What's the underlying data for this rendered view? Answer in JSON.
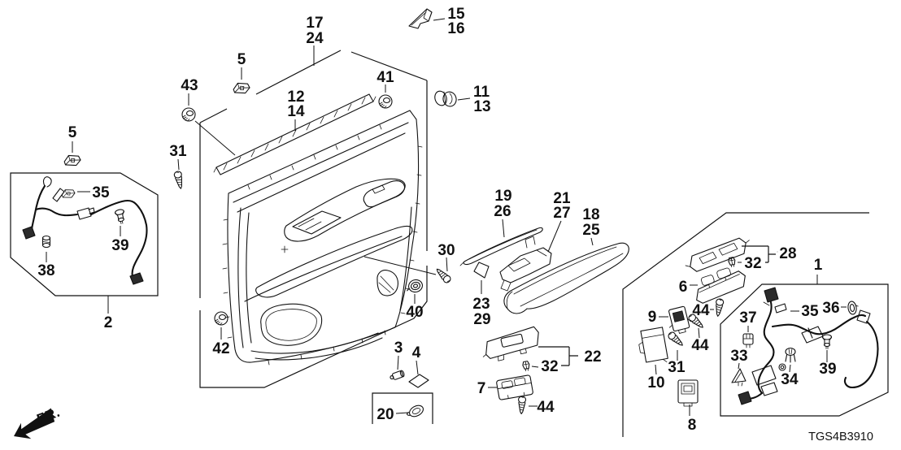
{
  "diagram": {
    "code": "TGS4B3910",
    "direction_label": "FR.",
    "background_color": "#ffffff",
    "line_color": "#111111"
  },
  "callouts": {
    "c1": "1",
    "c2": "2",
    "c3": "3",
    "c4": "4",
    "c5a": "5",
    "c5b": "5",
    "c6": "6",
    "c7": "7",
    "c8": "8",
    "c9": "9",
    "c10": "10",
    "c11": "11",
    "c12": "12",
    "c13": "13",
    "c14": "14",
    "c15": "15",
    "c16": "16",
    "c17": "17",
    "c18": "18",
    "c19": "19",
    "c20": "20",
    "c21": "21",
    "c22": "22",
    "c23": "23",
    "c24": "24",
    "c25": "25",
    "c26": "26",
    "c27": "27",
    "c28": "28",
    "c29": "29",
    "c30": "30",
    "c31a": "31",
    "c31b": "31",
    "c32a": "32",
    "c32b": "32",
    "c33": "33",
    "c34": "34",
    "c35a": "35",
    "c35b": "35",
    "c36": "36",
    "c37": "37",
    "c38": "38",
    "c39a": "39",
    "c39b": "39",
    "c40": "40",
    "c41": "41",
    "c42": "42",
    "c43": "43",
    "c44a": "44",
    "c44b": "44",
    "c44c": "44"
  }
}
